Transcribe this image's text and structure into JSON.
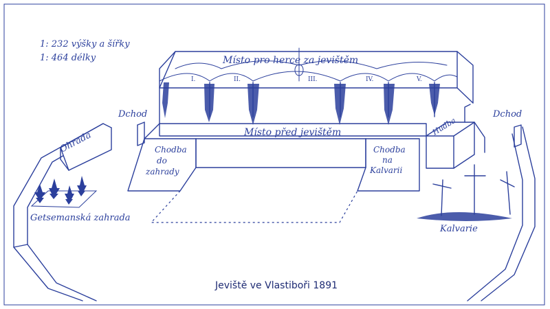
{
  "scale": {
    "line1": "1: 232 výšky a šířky",
    "line2": "1: 464 délky"
  },
  "labels": {
    "backstage": "Místo pro herce za jevištěm",
    "front_stage": "Místo před jevištěm",
    "entrance_left": "Dchod",
    "entrance_right": "Dchod",
    "fence": "Ohrada",
    "corridor_garden": "Chodba do zahrady",
    "corridor_garden_l1": "Chodba",
    "corridor_garden_l2": "do",
    "corridor_garden_l3": "zahrady",
    "corridor_calvary_l1": "Chodba",
    "corridor_calvary_l2": "na",
    "corridor_calvary_l3": "Kalvarii",
    "music": "Hudba",
    "garden": "Getsemanská zahrada",
    "calvary": "Kalvarie"
  },
  "stage_sections": [
    "I.",
    "II.",
    "III.",
    "IV.",
    "V."
  ],
  "caption": "Jeviště ve Vlastiboři 1891",
  "colors": {
    "ink": "#2b3f9c",
    "paper": "#ffffff"
  }
}
